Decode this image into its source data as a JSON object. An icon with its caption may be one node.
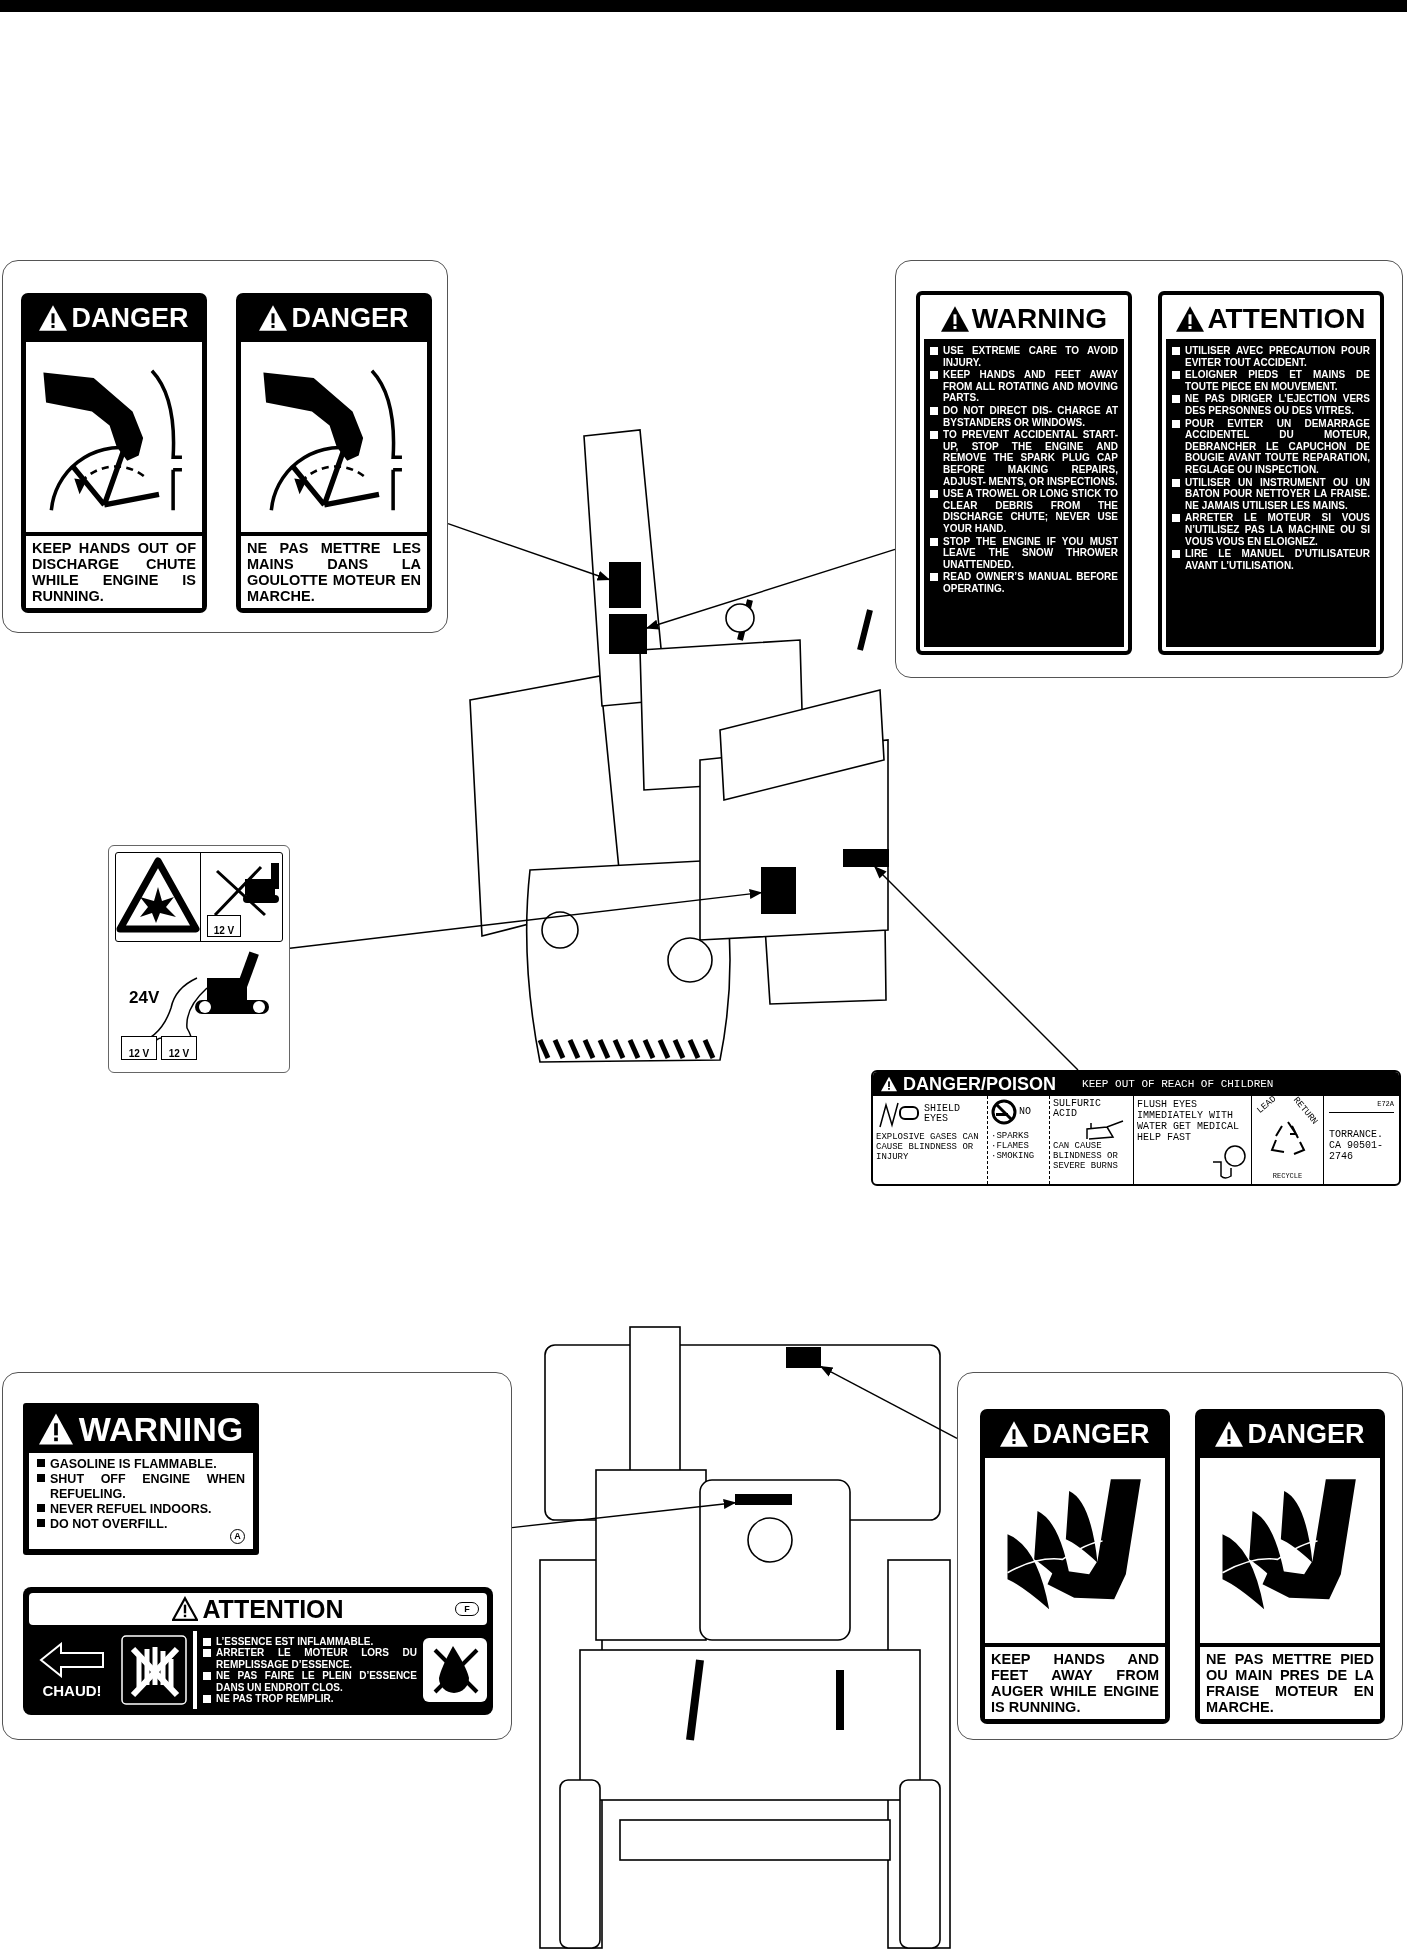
{
  "diagram": {
    "nodes": [
      {
        "text": [],
        "shape": "box"
      },
      {
        "text": [
          "DANGER",
          "KEEP HANDS OUT OF DISCHARGE CHUTE WHILE ENGINE IS RUNNING."
        ],
        "in": 0
      },
      {
        "text": [
          "DANGER",
          "NE PAS METTRE LES MAINS DANS LA GOULOTTE MOTEUR EN MARCHE."
        ],
        "in": 0
      },
      {
        "text": [],
        "shape": "box"
      },
      {
        "text": [
          "WARNING",
          "USE EXTREME CARE TO AVOID INJURY.",
          "KEEP HANDS AND FEET AWAY FROM ALL ROTATING AND MOVING PARTS.",
          "DO NOT DIRECT DIS- CHARGE AT BYSTANDERS OR WINDOWS.",
          "TO PREVENT ACCIDENTAL START-UP, STOP THE ENGINE AND REMOVE THE SPARK PLUG CAP BEFORE MAKING REPAIRS, ADJUST- MENTS, OR INSPECTIONS.",
          "USE A TROWEL OR LONG STICK TO CLEAR DEBRIS FROM THE DISCHARGE CHUTE; NEVER USE YOUR HAND.",
          "STOP THE ENGINE IF YOU MUST LEAVE THE SNOW THROWER UNATTENDED.",
          "READ OWNER’S MANUAL BEFORE OPERATING."
        ],
        "in": 3
      },
      {
        "text": [
          "ATTENTION",
          "UTILISER AVEC PRECAUTION POUR EVITER TOUT ACCIDENT.",
          "ELOIGNER PIEDS ET MAINS DE TOUTE PIECE EN MOUVEMENT.",
          "NE PAS DIRIGER L’EJECTION VERS DES PERSONNES OU DES VITRES.",
          "POUR EVITER UN DEMARRAGE ACCIDENTEL DU MOTEUR, DEBRANCHER LE CAPUCHON DE BOUGIE AVANT TOUTE REPARATION, REGLAGE OU INSPECTION.",
          "UTILISER UN INSTRUMENT OU UN BATON POUR NETTOYER LA FRAISE. NE JAMAIS UTILISER LES MAINS.",
          "ARRETER LE MOTEUR SI VOUS N’UTILISEZ PAS LA MACHINE OU SI VOUS VOUS EN ELOIGNEZ.",
          "LIRE LE MANUEL D’UTILISATEUR AVANT L’UTILISATION."
        ],
        "in": 3
      },
      {
        "text": [
          "12 V",
          "24V",
          "12 V",
          "12 V"
        ]
      },
      {
        "text": [
          "DANGER/POISON",
          "KEEP OUT OF REACH OF CHILDREN",
          "SHIELD EYES",
          "EXPLOSIVE GASES CAN CAUSE BLINDNESS OR INJURY",
          "NO",
          "·SPARKS",
          "·FLAMES",
          "·SMOKING",
          "SULFURIC ACID",
          "CAN CAUSE BLINDNESS OR SEVERE BURNS",
          "FLUSH EYES IMMEDIATELY WITH WATER GET MEDICAL HELP FAST",
          "LEAD",
          "RETURN",
          "RECYCLE",
          "E72A",
          "TORRANCE. CA 90501-2746"
        ]
      },
      {
        "text": [],
        "shape": "box"
      },
      {
        "text": [],
        "shape": "box"
      },
      {
        "text": [],
        "shape": "box"
      },
      {
        "text": [],
        "shape": "box"
      },
      {
        "text": [],
        "shape": "box"
      },
      {
        "text": [
          "WARNING",
          "GASOLINE IS FLAMMABLE.",
          "SHUT OFF ENGINE WHEN REFUELING.",
          "NEVER REFUEL INDOORS.",
          "DO NOT OVERFILL.",
          "A"
        ],
        "in": 12
      },
      {
        "text": [
          "ATTENTION",
          "F",
          "CHAUD!",
          "L’ESSENCE EST INFLAMMABLE.",
          "ARRETER LE MOTEUR LORS DU REMPLISSAGE D’ESSENCE.",
          "NE PAS FAIRE LE PLEIN D’ESSENCE DANS UN ENDROIT CLOS.",
          "NE PAS TROP REMPLIR."
        ],
        "in": 12
      },
      {
        "text": [],
        "shape": "box"
      },
      {
        "text": [
          "DANGER",
          "KEEP HANDS AND FEET AWAY FROM AUGER WHILE ENGINE IS RUNNING."
        ],
        "in": 15
      },
      {
        "text": [
          "DANGER",
          "NE PAS METTRE PIED OU MAIN PRES DE LA FRAISE MOTEUR EN MARCHE."
        ],
        "in": 15
      },
      {
        "text": [],
        "shape": "box"
      },
      {
        "text": [],
        "shape": "box"
      }
    ],
    "edges": [
      {
        "from": 0,
        "to": 8,
        "arrow": "to"
      },
      {
        "from": 3,
        "to": 9,
        "arrow": "to"
      },
      {
        "from": 6,
        "to": 10,
        "arrow": "to"
      },
      {
        "from": 7,
        "to": 11,
        "arrow": "to"
      },
      {
        "from": 12,
        "to": 18,
        "arrow": "to"
      },
      {
        "from": 15,
        "to": 19,
        "arrow": "to"
      }
    ]
  }
}
